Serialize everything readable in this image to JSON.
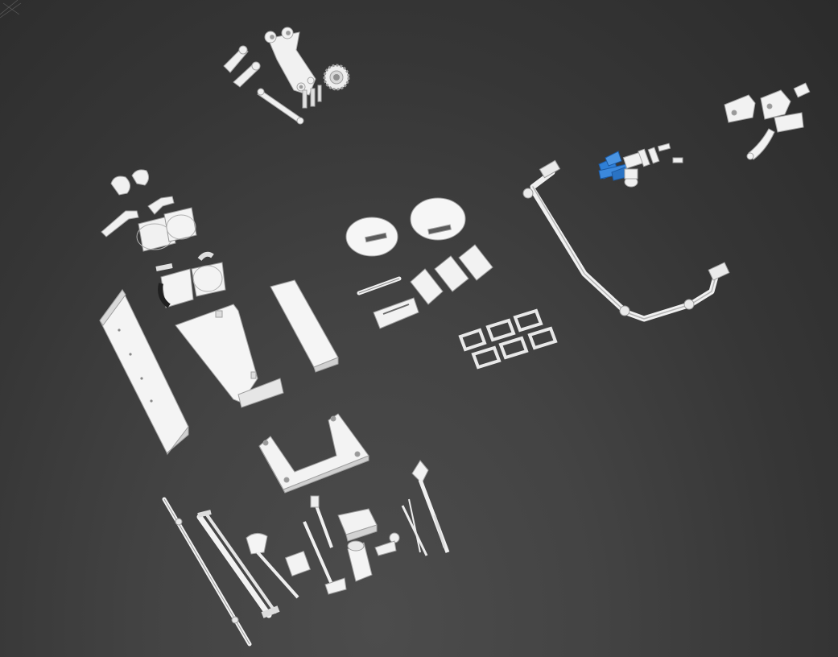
{
  "viewport": {
    "background_top": "#2b2b2b",
    "background_bottom": "#4a4a4a",
    "part_color": "#f2f2f2",
    "part_shade": "#c9c9c9",
    "part_edge": "#9a9a9a",
    "selection_color": "#2f7fd6",
    "grid_color": "#7a7a7a"
  },
  "parts": [
    {
      "name": "gear-plate-assembly"
    },
    {
      "name": "spur-gear"
    },
    {
      "name": "servo-horn-left"
    },
    {
      "name": "servo-horn-right"
    },
    {
      "name": "link-arm"
    },
    {
      "name": "bracket-assembly"
    },
    {
      "name": "blue-selected-parts"
    },
    {
      "name": "clip-set"
    },
    {
      "name": "rail-frame"
    },
    {
      "name": "elbow-pieces"
    },
    {
      "name": "cylinder-sleeves"
    },
    {
      "name": "long-side-panel"
    },
    {
      "name": "angled-center-panel"
    },
    {
      "name": "narrow-side-panel"
    },
    {
      "name": "disc-lids"
    },
    {
      "name": "pin-rod"
    },
    {
      "name": "cap-blocks"
    },
    {
      "name": "square-clips"
    },
    {
      "name": "u-frame-base"
    },
    {
      "name": "tool-rod"
    },
    {
      "name": "ladder-rail"
    },
    {
      "name": "shovel-tool"
    },
    {
      "name": "small-tools"
    },
    {
      "name": "box-and-cylinders"
    },
    {
      "name": "axe-tool"
    }
  ]
}
